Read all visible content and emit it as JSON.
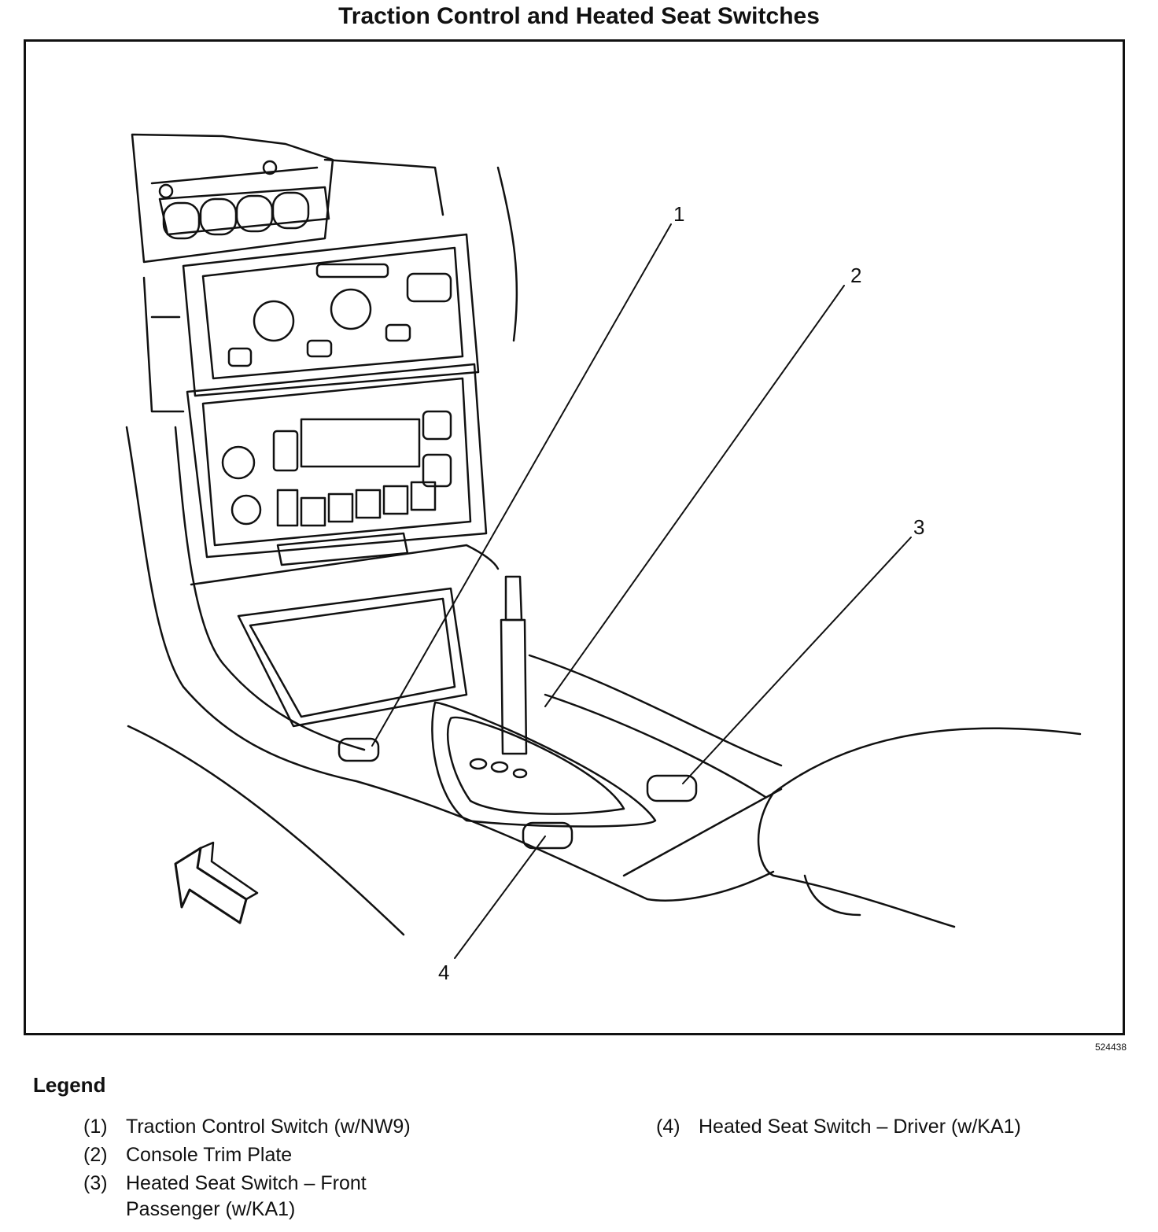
{
  "title": "Traction Control and Heated Seat Switches",
  "figure_id": "524438",
  "callouts": [
    "1",
    "2",
    "3",
    "4"
  ],
  "legend": {
    "heading": "Legend",
    "items": [
      {
        "num": "(1)",
        "text": "Traction Control Switch (w/NW9)"
      },
      {
        "num": "(2)",
        "text": "Console Trim Plate"
      },
      {
        "num": "(3)",
        "text": "Heated Seat Switch – Front\nPassenger (w/KA1)"
      },
      {
        "num": "(4)",
        "text": "Heated Seat Switch – Driver (w/KA1)"
      }
    ]
  }
}
